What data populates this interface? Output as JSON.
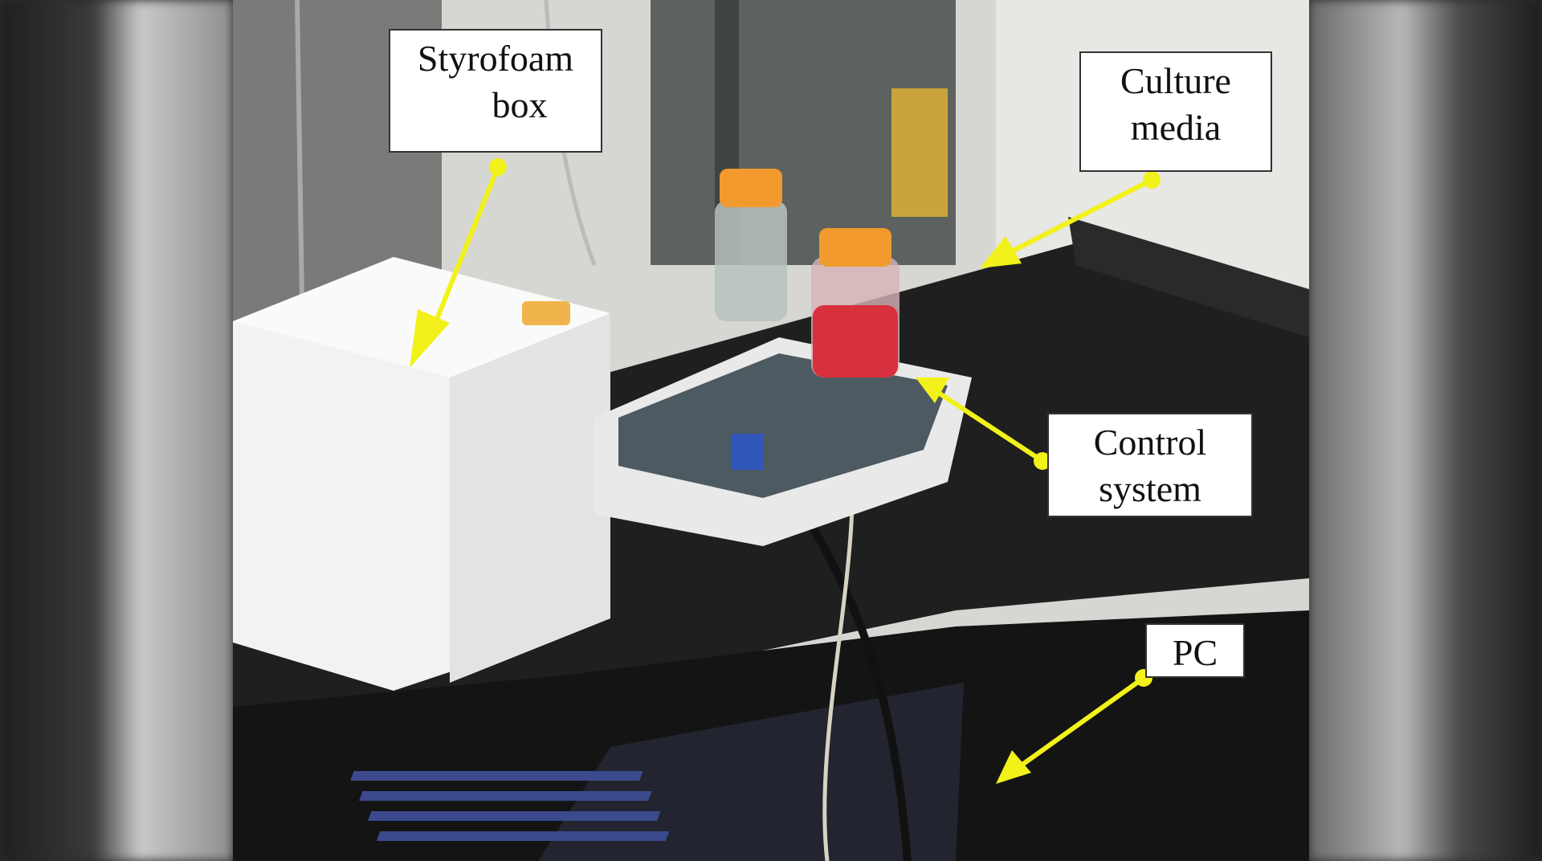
{
  "labels": {
    "styrofoam_line1": "Styrofoam",
    "styrofoam_line2": "box",
    "culture_line1": "Culture",
    "culture_line2": "media",
    "control_line1": "Control",
    "control_line2": "system",
    "pc": "PC"
  },
  "colors": {
    "arrow": "#f2f21a",
    "label_bg": "#ffffff",
    "cart": "#1b1b1b",
    "styrofoam": "#f4f4f4",
    "media_liquid": "#d9303e",
    "bottle_cap": "#f29a2e"
  }
}
